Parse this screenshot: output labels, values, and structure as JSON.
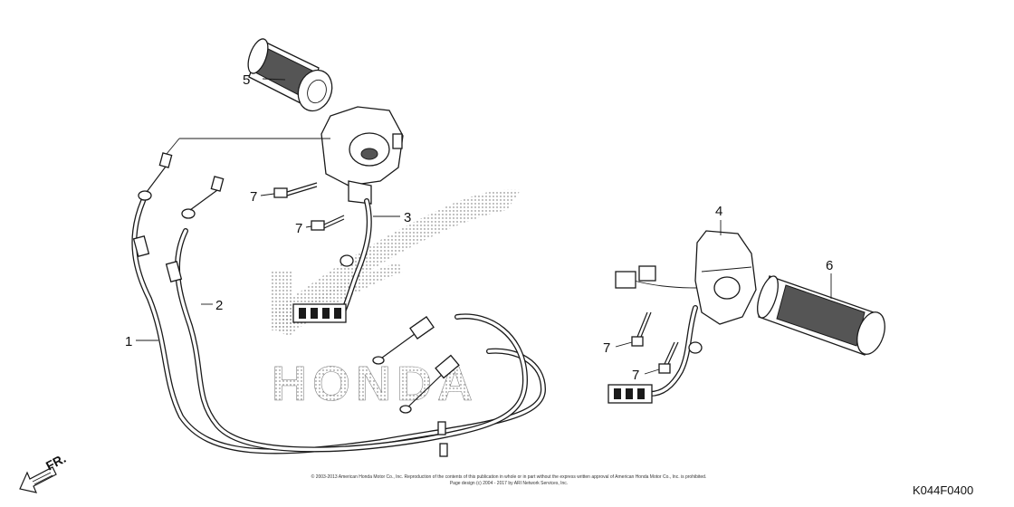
{
  "diagram": {
    "watermark": "HONDA",
    "code": "K044F0400",
    "direction_label": "FR.",
    "copyright_line1": "© 2003-2013 American Honda Motor Co., Inc. Reproduction of the contents of this publication in whole or in part without the express written approval of American Honda Motor Co., Inc. is prohibited.",
    "copyright_line2": "Page design (c) 2004 - 2017 by ARI Network Services, Inc.",
    "callouts": [
      {
        "id": "1",
        "label": "1"
      },
      {
        "id": "2",
        "label": "2"
      },
      {
        "id": "3",
        "label": "3"
      },
      {
        "id": "4",
        "label": "4"
      },
      {
        "id": "5",
        "label": "5"
      },
      {
        "id": "6",
        "label": "6"
      },
      {
        "id": "7a",
        "label": "7"
      },
      {
        "id": "7b",
        "label": "7"
      },
      {
        "id": "7c",
        "label": "7"
      },
      {
        "id": "7d",
        "label": "7"
      }
    ]
  }
}
